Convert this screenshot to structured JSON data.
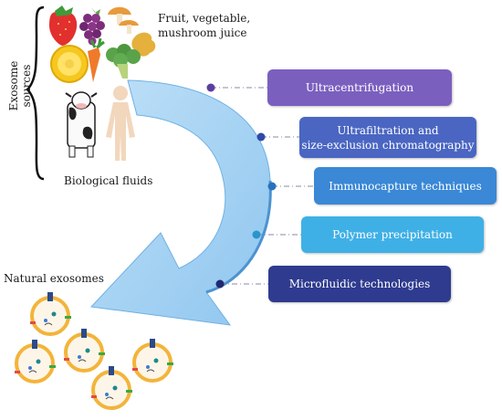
{
  "labels": {
    "exosome_sources": "Exosome sources",
    "fruit_line1": "Fruit, vegetable,",
    "fruit_line2": "mushroom juice",
    "biological_fluids": "Biological fluids",
    "natural_exosomes": "Natural exosomes"
  },
  "methods": [
    {
      "line1": "Ultracentrifugation",
      "line2": "",
      "color": "#7b5fbf",
      "dot_color": "#5b3f9f"
    },
    {
      "line1": "Ultrafiltration and",
      "line2": "size-exclusion chromatography",
      "color": "#4a66c2",
      "dot_color": "#2f4aa8"
    },
    {
      "line1": "Immunocapture techniques",
      "line2": "",
      "color": "#3a88d6",
      "dot_color": "#2a70bf"
    },
    {
      "line1": "Polymer precipitation",
      "line2": "",
      "color": "#3fb0e6",
      "dot_color": "#2a94cc"
    },
    {
      "line1": "Microfluidic technologies",
      "line2": "",
      "color": "#2e3b8f",
      "dot_color": "#1f2a70"
    }
  ],
  "colors": {
    "arrow_fill": "#a9d4f3",
    "arrow_edge": "#6fb1e4",
    "membrane": "#f3b43a",
    "receptor": "#2c4a8a"
  },
  "icons": [
    "strawberry-icon",
    "grapes-icon",
    "mushroom-icon",
    "ginger-icon",
    "pineapple-icon",
    "carrot-icon",
    "broccoli-icon",
    "cow-icon",
    "human-body-icon",
    "exosome-icon"
  ]
}
